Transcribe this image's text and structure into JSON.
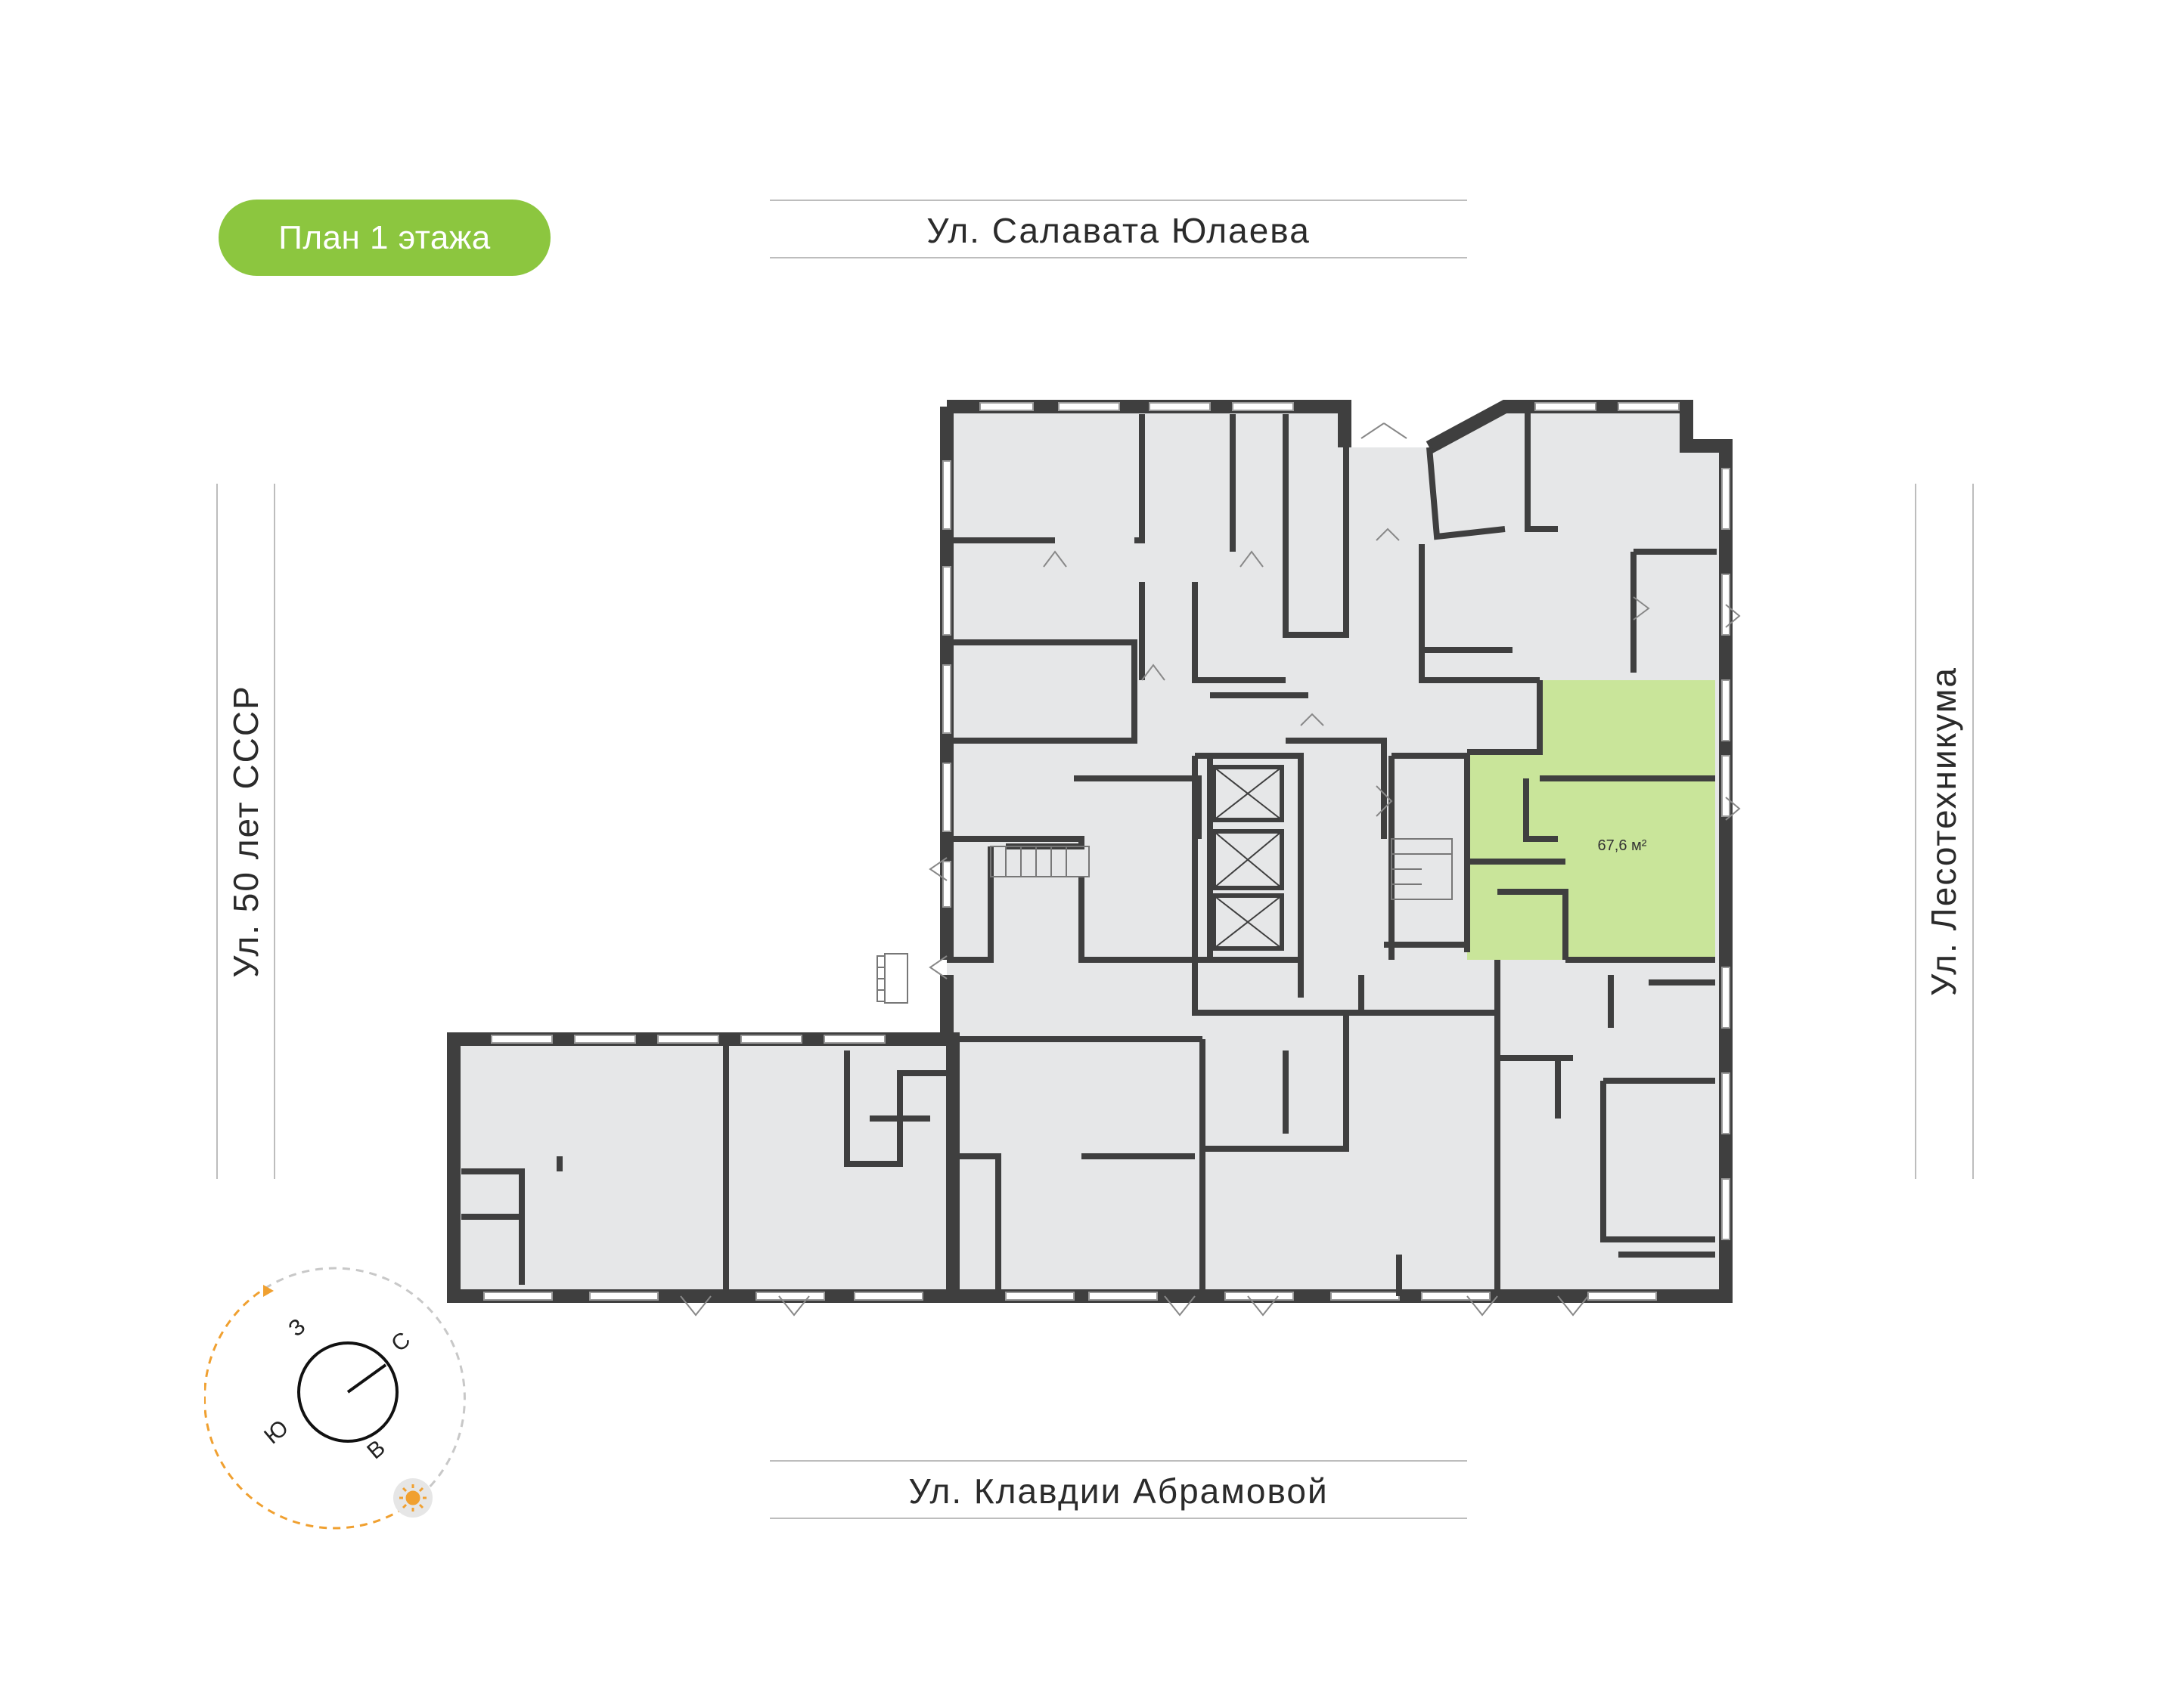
{
  "badge": {
    "label": "План 1 этажа"
  },
  "streets": {
    "top": "Ул. Салавата Юлаева",
    "bottom": "Ул. Клавдии Абрамовой",
    "left": "Ул. 50 лет СССР",
    "right": "Ул. Лесотехникума"
  },
  "unit": {
    "area_label": "67,6 м²"
  },
  "compass": {
    "north": "С",
    "south": "Ю",
    "east": "В",
    "west": "З",
    "sun_icon": "sun-icon"
  },
  "colors": {
    "accent": "#8cc63f",
    "highlight": "#c9e59a",
    "wall": "#3f3f3f",
    "room": "#e6e7e8",
    "sun_path": "#f0a030"
  }
}
